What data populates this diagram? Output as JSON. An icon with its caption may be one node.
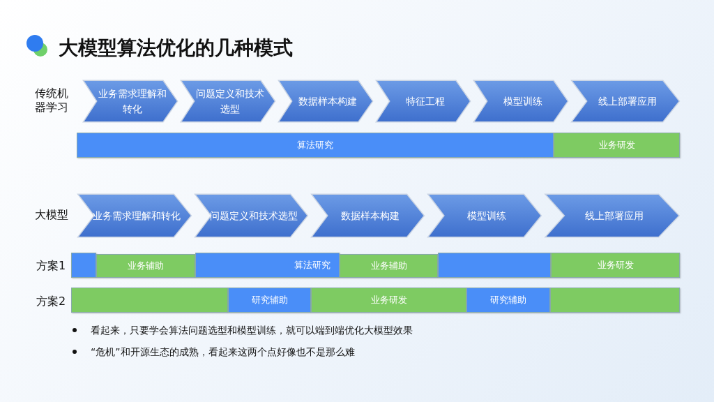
{
  "diagram": {
    "title": "大模型算法优化的几种模式",
    "nodes": [
      {
        "text": [
          "业务需求理解和转化"
        ]
      },
      {
        "text": [
          "问题定义和技术选型"
        ]
      },
      {
        "text": [
          "数据样本构建"
        ]
      },
      {
        "text": [
          "特征工程"
        ]
      },
      {
        "text": [
          "模型训练"
        ]
      },
      {
        "text": [
          "线上部署应用"
        ]
      },
      {
        "text": [
          "算法研究"
        ]
      },
      {
        "text": [
          "业务研发"
        ]
      },
      {
        "text": [
          "业务需求理解和转化"
        ]
      },
      {
        "text": [
          "问题定义和技术选型"
        ]
      },
      {
        "text": [
          "数据样本构建"
        ]
      },
      {
        "text": [
          "模型训练"
        ]
      },
      {
        "text": [
          "线上部署应用"
        ]
      },
      {
        "text": [],
        "shape": "bar"
      },
      {
        "text": [
          "业务辅助"
        ]
      },
      {
        "text": [
          "算法研究"
        ]
      },
      {
        "text": [
          "业务辅助"
        ]
      },
      {
        "text": [],
        "shape": "bar"
      },
      {
        "text": [
          "业务研发"
        ]
      },
      {
        "text": [],
        "shape": "bar"
      },
      {
        "text": [
          "研究辅助"
        ]
      },
      {
        "text": [
          "业务研发"
        ]
      },
      {
        "text": [
          "研究辅助"
        ]
      },
      {
        "text": [],
        "shape": "bar"
      }
    ],
    "labels": [
      "传统机器学习",
      "大模型",
      "方案1",
      "方案2",
      "看起来，只要学会算法问题选型和模型训练，就可以端到端优化大模型效果",
      "“危机”和开源生态的成熟，看起来这两个点好像也不是那么难"
    ]
  }
}
